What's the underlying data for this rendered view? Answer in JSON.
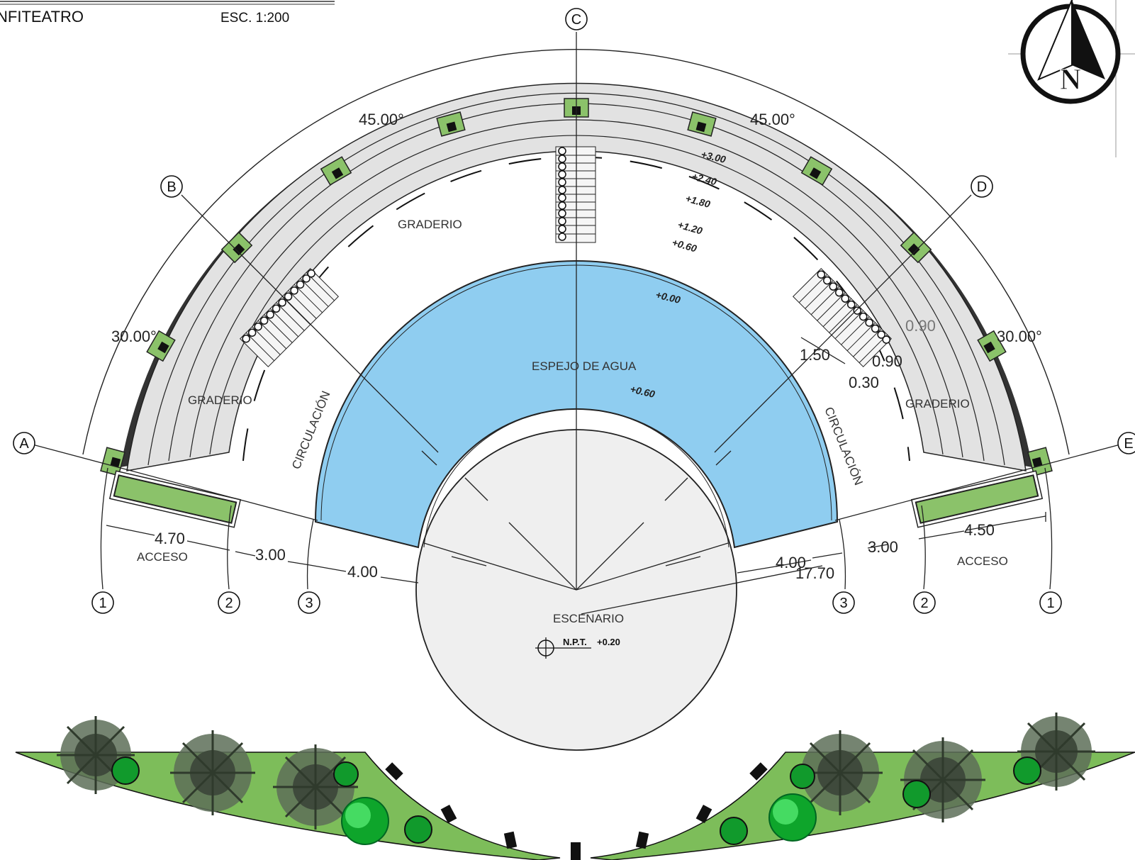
{
  "title": "NFITEATRO",
  "scale": "ESC. 1:200",
  "north_letter": "N",
  "labels": {
    "graderio": "GRADERIO",
    "circulacion": "CIRCULACIÓN",
    "espejo": "ESPEJO DE AGUA",
    "escenario": "ESCENARIO",
    "acceso": "ACCESO",
    "npt_label": "N.P.T.",
    "npt_value": "+0.20"
  },
  "levels": [
    "+3.00",
    "+2.40",
    "+1.80",
    "+1.20",
    "+0.60"
  ],
  "level_floor": "+0.00",
  "level_water": "+0.60",
  "angles": {
    "a45": "45.00°",
    "a30": "30.00°"
  },
  "dims": {
    "left_470": "4.70",
    "left_300": "3.00",
    "left_400": "4.00",
    "right_450": "4.50",
    "right_300": "3.00",
    "right_400": "4.00",
    "right_1770": "17.70",
    "d150": "1.50",
    "d090a": "0.90",
    "d090b": "0.90",
    "d030": "0.30"
  },
  "grid_axes": {
    "A": "A",
    "B": "B",
    "C": "C",
    "D": "D",
    "E": "E",
    "one": "1",
    "two": "2",
    "three": "3"
  },
  "colors": {
    "water": "#8fcdf0",
    "stage": "#efefef",
    "seats": "#e2e2e2",
    "planter": "#8bc26a",
    "green": "#7dbd5a",
    "palm": "#5d6e58"
  }
}
